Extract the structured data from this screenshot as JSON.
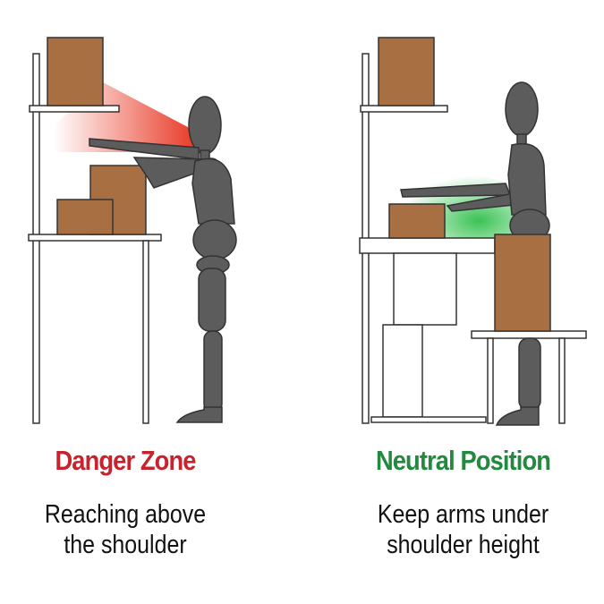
{
  "panels": [
    {
      "title": "Danger Zone",
      "subtitle_line1": "Reaching above",
      "subtitle_line2": "the shoulder",
      "title_color": "#c8232c",
      "zone_color": "#e8321e"
    },
    {
      "title": "Neutral Position",
      "subtitle_line1": "Keep arms under",
      "subtitle_line2": "shoulder height",
      "title_color": "#23893f",
      "zone_color": "#2fbf4a"
    }
  ],
  "colors": {
    "box": "#a86f43",
    "figure": "#5c5c5c",
    "furniture": "#ffffff"
  }
}
